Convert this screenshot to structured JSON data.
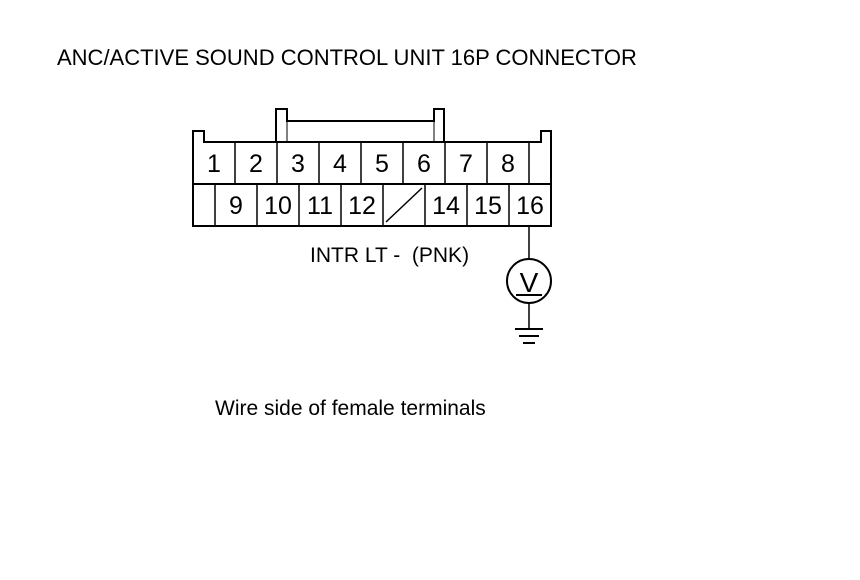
{
  "title": "ANC/ACTIVE SOUND CONTROL UNIT 16P CONNECTOR",
  "connector": {
    "top_row": [
      "1",
      "2",
      "3",
      "4",
      "5",
      "6",
      "7",
      "8",
      ""
    ],
    "bottom_row": [
      "",
      "9",
      "10",
      "11",
      "12",
      "/",
      "14",
      "15",
      "16"
    ]
  },
  "wire_label": "INTR LT -  (PNK)",
  "meter_symbol": "V",
  "caption": "Wire side of female terminals"
}
